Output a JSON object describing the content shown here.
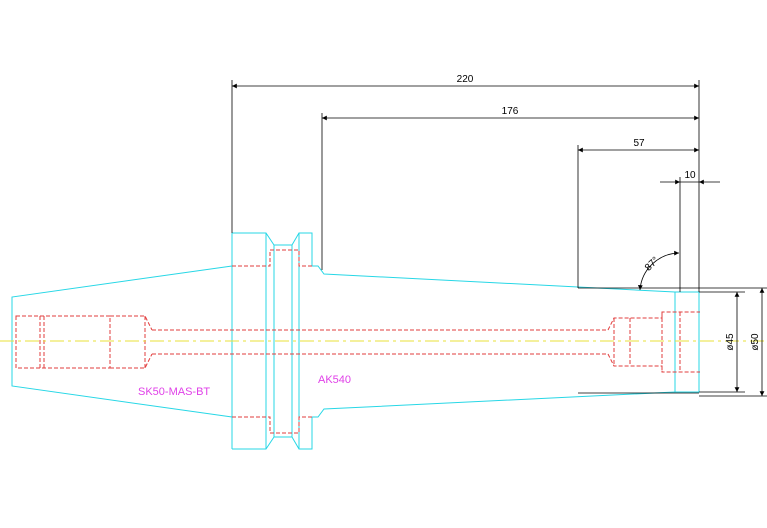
{
  "drawing": {
    "labels": {
      "holder_type": "SK50-MAS-BT",
      "adapter_type": "AK540"
    },
    "dimensions": {
      "overall_length": "220",
      "body_length": "176",
      "cone_length": "57",
      "nose_length": "10",
      "taper_angle": "87°",
      "nose_diameter_inner": "ø45",
      "nose_diameter_outer": "ø50"
    }
  },
  "colors": {
    "outline": "#27d7e6",
    "hidden_lines": "#e23d3d",
    "centerline": "#e8e23a",
    "dimension": "#000000",
    "labels": "#e040e8"
  }
}
